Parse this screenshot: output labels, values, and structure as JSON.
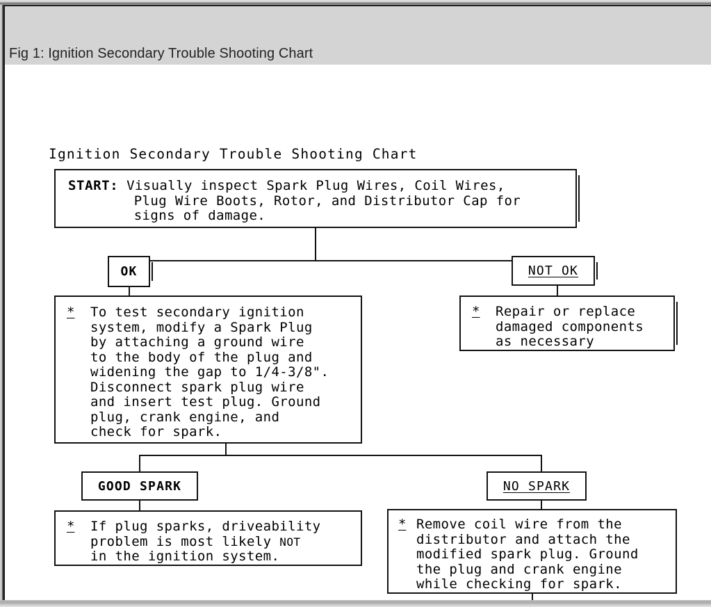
{
  "window": {
    "header_title": "Fig 1: Ignition Secondary Trouble Shooting Chart",
    "background_color": "#ffffff",
    "header_color": "#d4d4d4",
    "ink_color": "#111111"
  },
  "chart": {
    "heading": "Ignition Secondary Trouble Shooting Chart",
    "nodes": {
      "start": {
        "keyword": "START:",
        "line1": " Visually inspect Spark Plug Wires, Coil Wires,",
        "line2": "        Plug Wire Boots, Rotor, and Distributor Cap for",
        "line3": "        signs of damage."
      },
      "ok_label": "OK",
      "not_ok_label": "NOT OK",
      "ok_branch_detail": {
        "bullet": "*",
        "text": "To test secondary ignition\nsystem, modify a Spark Plug\nby attaching a ground wire\nto the body of the plug and\nwidening the gap to 1/4-3/8\".\nDisconnect spark plug wire\nand insert test plug. Ground\nplug, crank engine, and\ncheck for spark."
      },
      "not_ok_branch_detail": {
        "bullet": "*",
        "text": "Repair or replace\ndamaged components\nas necessary"
      },
      "good_spark_label": "GOOD SPARK",
      "no_spark_label": "NO SPARK",
      "good_spark_detail": {
        "bullet": "*",
        "line1": "If plug sparks, driveability",
        "line2": "problem is most likely ",
        "line2_emphasis": "NOT",
        "line3": "in the ignition system."
      },
      "no_spark_detail": {
        "bullet": "*",
        "text": "Remove coil wire from the\ndistributor and attach the\nmodified spark plug. Ground\nthe plug and crank engine\nwhile checking for spark."
      }
    }
  }
}
